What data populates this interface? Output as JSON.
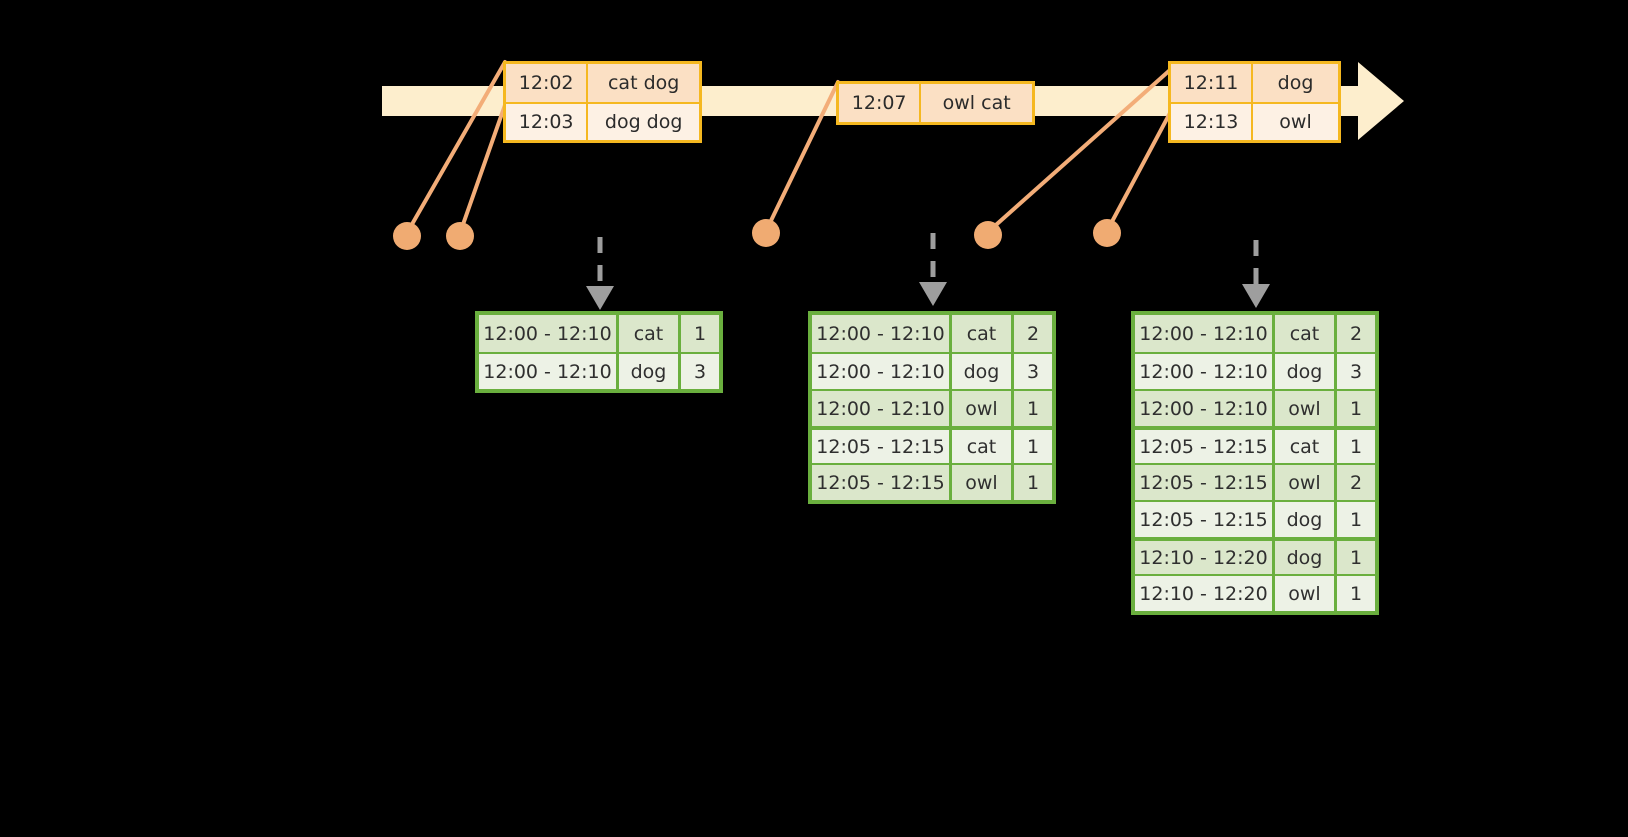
{
  "diagram": {
    "title": "sliding-window-word-count-timeline",
    "colors": {
      "background": "#000000",
      "timeline_bar": "#fdeecd",
      "timeline_border": "#f5b820",
      "event_box_border": "#f5b820",
      "event_box_shade": "#fbe0c4",
      "event_box_light": "#fdf1e4",
      "connector_line": "#f3ad78",
      "dot": "#f0ab72",
      "table_border": "#6aaf3e",
      "table_row_shade": "#dbe7cb",
      "table_row_light": "#edf2e6",
      "dashed_arrow": "#9e9e9e",
      "text": "#2b2b2b"
    }
  },
  "timeline": {
    "name": "event-timeline",
    "direction": "left-to-right",
    "events": [
      {
        "id": "evt-group-1",
        "rows": [
          {
            "time": "12:02",
            "words": "cat dog"
          },
          {
            "time": "12:03",
            "words": "dog dog"
          }
        ]
      },
      {
        "id": "evt-group-2",
        "rows": [
          {
            "time": "12:07",
            "words": "owl cat"
          }
        ]
      },
      {
        "id": "evt-group-3",
        "rows": [
          {
            "time": "12:11",
            "words": "dog"
          },
          {
            "time": "12:13",
            "words": "owl"
          }
        ]
      }
    ]
  },
  "markers": {
    "name": "event-emission-dots",
    "count": 5,
    "labels": [
      "dot-1",
      "dot-2",
      "dot-3",
      "dot-4",
      "dot-5"
    ]
  },
  "tables": [
    {
      "id": "result-table-1",
      "rows": [
        {
          "window": "12:00 - 12:10",
          "word": "cat",
          "count": "1",
          "group": 0
        },
        {
          "window": "12:00 - 12:10",
          "word": "dog",
          "count": "3",
          "group": 0
        }
      ]
    },
    {
      "id": "result-table-2",
      "rows": [
        {
          "window": "12:00 - 12:10",
          "word": "cat",
          "count": "2",
          "group": 0
        },
        {
          "window": "12:00 - 12:10",
          "word": "dog",
          "count": "3",
          "group": 0
        },
        {
          "window": "12:00 - 12:10",
          "word": "owl",
          "count": "1",
          "group": 0
        },
        {
          "window": "12:05 - 12:15",
          "word": "cat",
          "count": "1",
          "group": 1
        },
        {
          "window": "12:05 - 12:15",
          "word": "owl",
          "count": "1",
          "group": 1
        }
      ]
    },
    {
      "id": "result-table-3",
      "rows": [
        {
          "window": "12:00 - 12:10",
          "word": "cat",
          "count": "2",
          "group": 0
        },
        {
          "window": "12:00 - 12:10",
          "word": "dog",
          "count": "3",
          "group": 0
        },
        {
          "window": "12:00 - 12:10",
          "word": "owl",
          "count": "1",
          "group": 0
        },
        {
          "window": "12:05 - 12:15",
          "word": "cat",
          "count": "1",
          "group": 1
        },
        {
          "window": "12:05 - 12:15",
          "word": "owl",
          "count": "2",
          "group": 1
        },
        {
          "window": "12:05 - 12:15",
          "word": "dog",
          "count": "1",
          "group": 1
        },
        {
          "window": "12:10 - 12:20",
          "word": "dog",
          "count": "1",
          "group": 2
        },
        {
          "window": "12:10 - 12:20",
          "word": "owl",
          "count": "1",
          "group": 2
        }
      ]
    }
  ]
}
